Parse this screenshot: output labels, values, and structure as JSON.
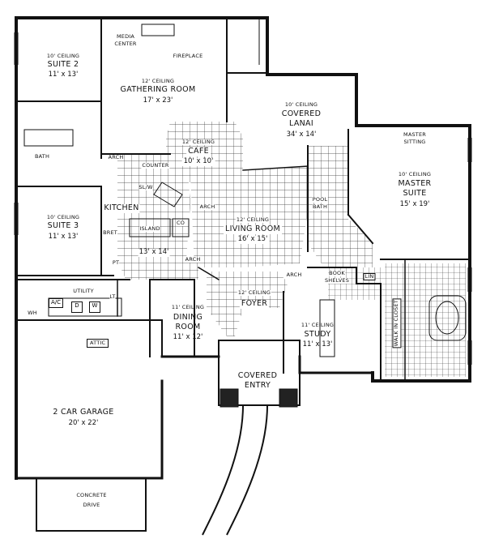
{
  "rooms": {
    "suite2": {
      "ceiling": "10' CEILING",
      "name": "SUITE 2",
      "dims": "11' x 13'"
    },
    "gathering": {
      "ceiling": "12' CEILING",
      "name": "GATHERING ROOM",
      "dims": "17' x 23'"
    },
    "lanai": {
      "ceiling": "10' CEILING",
      "name1": "COVERED",
      "name2": "LANAI",
      "dims": "34' x 14'"
    },
    "cafe": {
      "ceiling": "12' CEILING",
      "name": "CAFE",
      "dims": "10' x 10'"
    },
    "master": {
      "ceiling": "10' CEILING",
      "name1": "MASTER",
      "name2": "SUITE",
      "dims": "15' x 19'"
    },
    "suite3": {
      "ceiling": "10' CEILING",
      "name": "SUITE 3",
      "dims": "11' x 13'"
    },
    "living": {
      "ceiling": "12' CEILING",
      "name": "LIVING ROOM",
      "dims": "16' x 15'"
    },
    "dining": {
      "ceiling": "11' CEILING",
      "name1": "DINING",
      "name2": "ROOM",
      "dims": "11' x 12'"
    },
    "study": {
      "ceiling": "11' CEILING",
      "name": "STUDY",
      "dims": "11' x 13'"
    },
    "garage": {
      "name": "2 CAR GARAGE",
      "dims": "20' x 22'"
    },
    "foyer": {
      "ceiling": "12' CEILING",
      "name": "FOYER"
    },
    "entry": {
      "name1": "COVERED",
      "name2": "ENTRY"
    },
    "drive": {
      "name1": "CONCRETE",
      "name2": "DRIVE"
    }
  },
  "labels": {
    "media_center1": "MEDIA",
    "media_center2": "CENTER",
    "fireplace": "FIREPLACE",
    "master_sitting1": "MASTER",
    "master_sitting2": "SITTING",
    "arch": "ARCH",
    "counter": "COUNTER",
    "kitchen": "KITCHEN",
    "island": "ISLAND",
    "pool_bath1": "POOL",
    "pool_bath2": "BATH",
    "bath": "BATH",
    "nook_dims": "13' x 14'",
    "utility": "UTILITY",
    "ac": "A/C",
    "wh": "WH",
    "d": "D",
    "w": "W",
    "lt": "LT",
    "attic": "ATTIC",
    "book_shelves1": "BOOK",
    "book_shelves2": "SHELVES",
    "walk_in_closet": "WALK IN CLOSET",
    "lin": "LIN",
    "slw": "SL/W",
    "co": "CO",
    "pt": "PT",
    "bret": "BRET"
  }
}
